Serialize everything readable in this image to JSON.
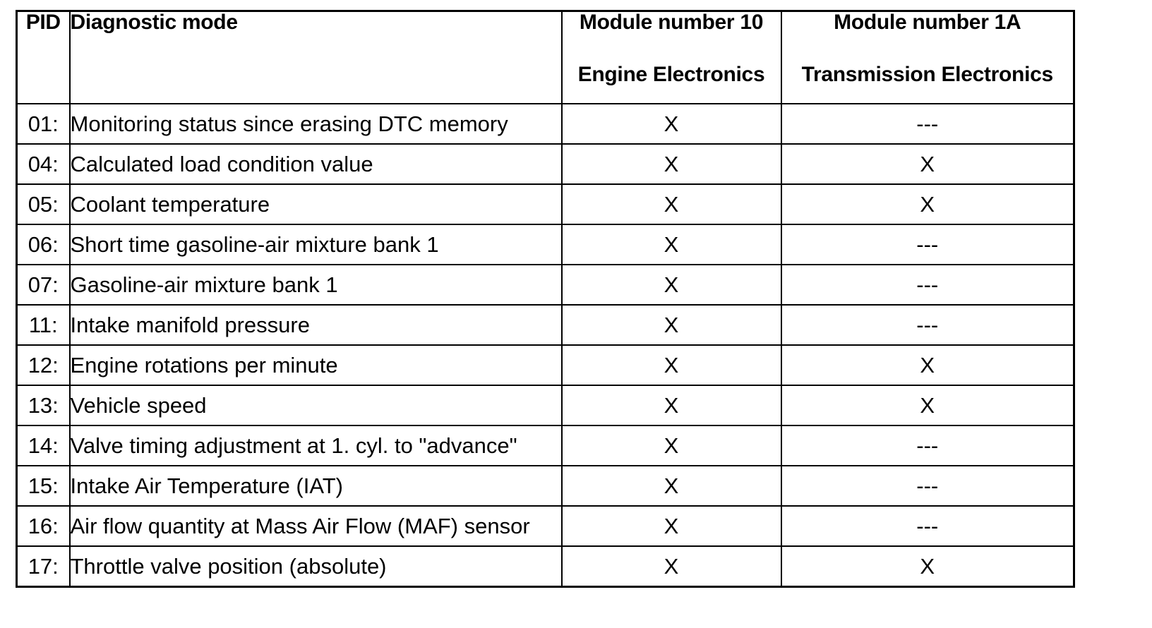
{
  "header": {
    "pid": "PID",
    "mode": "Diagnostic mode",
    "module_10_line1": "Module number 10",
    "module_10_line2": "Engine Electronics",
    "module_1a_line1": "Module number 1A",
    "module_1a_line2": "Transmission Electronics"
  },
  "rows": [
    {
      "pid": "01:",
      "mode": "Monitoring status since erasing DTC memory",
      "m10": "X",
      "m1a": "---"
    },
    {
      "pid": "04:",
      "mode": "Calculated load condition value",
      "m10": "X",
      "m1a": "X"
    },
    {
      "pid": "05:",
      "mode": "Coolant temperature",
      "m10": "X",
      "m1a": "X"
    },
    {
      "pid": "06:",
      "mode": "Short time gasoline-air mixture bank 1",
      "m10": "X",
      "m1a": "---"
    },
    {
      "pid": "07:",
      "mode": "Gasoline-air mixture bank 1",
      "m10": "X",
      "m1a": "---"
    },
    {
      "pid": "11:",
      "mode": "Intake manifold pressure",
      "m10": "X",
      "m1a": "---"
    },
    {
      "pid": "12:",
      "mode": "Engine rotations per minute",
      "m10": "X",
      "m1a": "X"
    },
    {
      "pid": "13:",
      "mode": "Vehicle speed",
      "m10": "X",
      "m1a": "X"
    },
    {
      "pid": "14:",
      "mode": "Valve timing adjustment at 1. cyl. to \"advance\"",
      "m10": "X",
      "m1a": "---"
    },
    {
      "pid": "15:",
      "mode": "Intake Air Temperature (IAT)",
      "m10": "X",
      "m1a": "---"
    },
    {
      "pid": "16:",
      "mode": "Air flow quantity at Mass Air Flow (MAF) sensor",
      "m10": "X",
      "m1a": "---"
    },
    {
      "pid": "17:",
      "mode": "Throttle valve position (absolute)",
      "m10": "X",
      "m1a": "X"
    }
  ]
}
